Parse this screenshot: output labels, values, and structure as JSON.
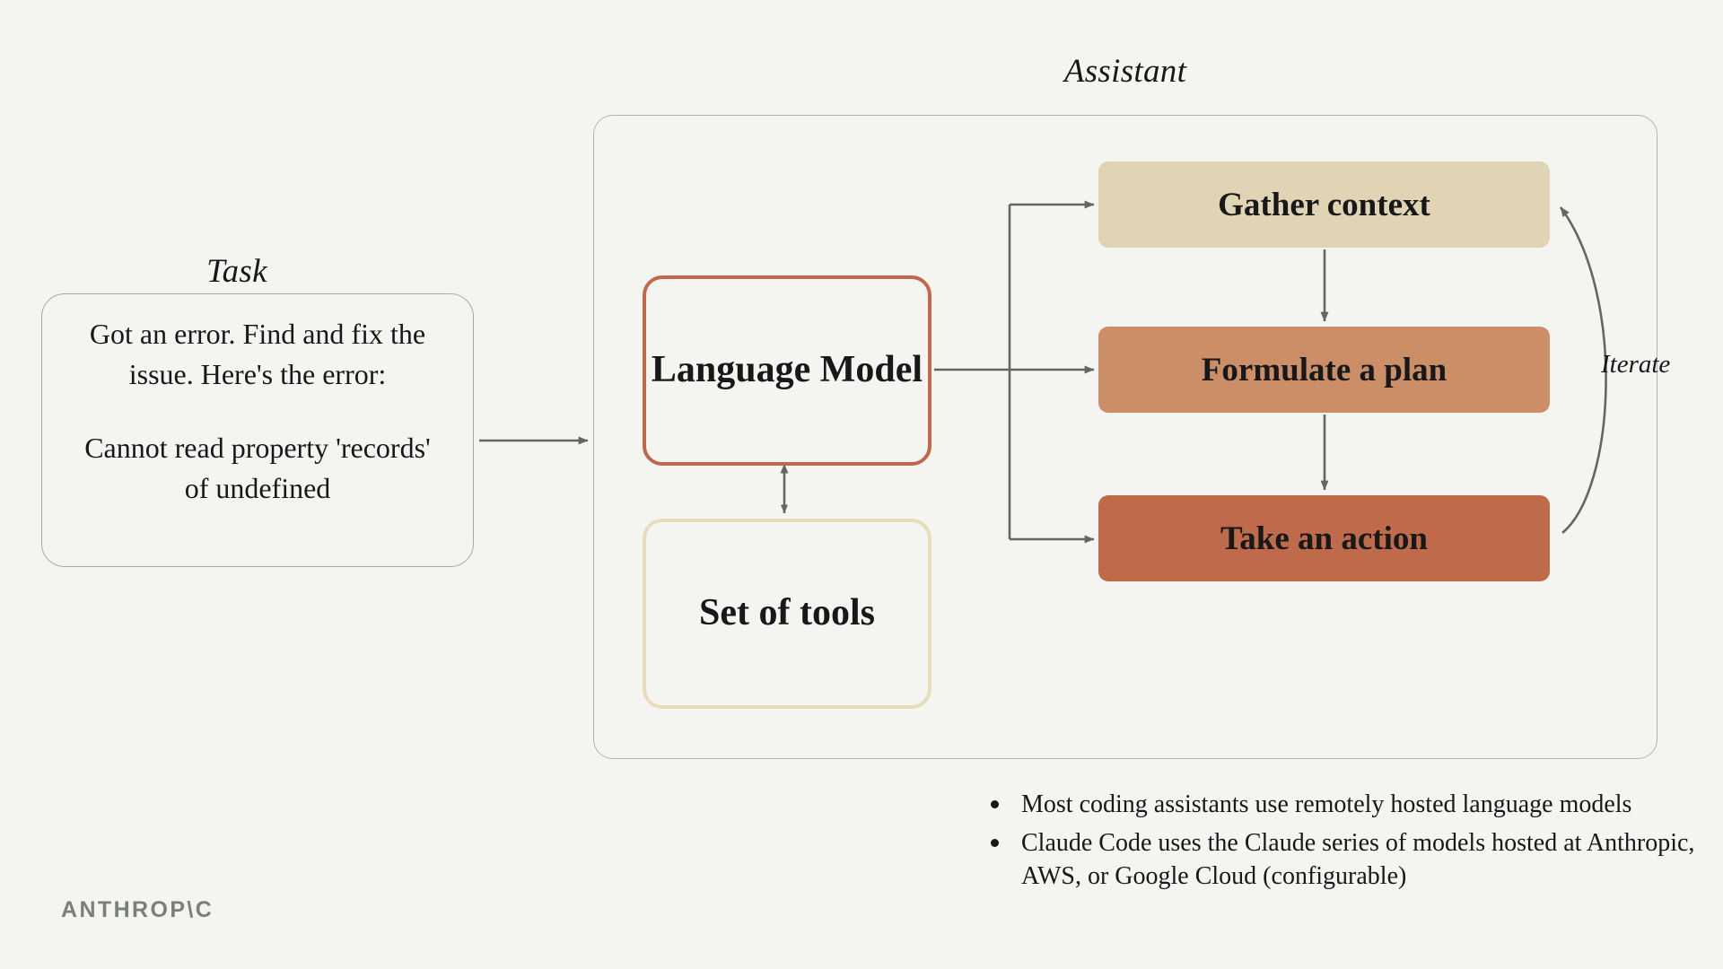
{
  "page": {
    "background_color": "#F4F5F0",
    "text_color": "#16181A"
  },
  "task": {
    "caption": "Task",
    "line1": "Got an error. Find and fix the issue. Here's the error:",
    "line2": "Cannot read property 'records' of undefined",
    "border_color": "#A6ABA3"
  },
  "assistant": {
    "caption": "Assistant",
    "border_color": "#B0B5AD",
    "language_model": {
      "label": "Language Model",
      "border_color": "#C2674A"
    },
    "tools": {
      "label": "Set of tools",
      "border_color": "#E8DCB9"
    },
    "loop_steps": [
      {
        "label": "Gather context",
        "color": "#E0D4B4"
      },
      {
        "label": "Formulate a plan",
        "color": "#CC8E66"
      },
      {
        "label": "Take an action",
        "color": "#BF6A4A"
      }
    ],
    "iterate_label": "Iterate"
  },
  "notes": [
    "Most coding assistants use remotely hosted language models",
    "Claude Code uses the Claude series of models hosted at Anthropic, AWS, or Google Cloud (configurable)"
  ],
  "branding": {
    "wordmark": "ANTHROP\\C",
    "color": "#7A8078"
  },
  "connectors": {
    "stroke_color": "#63685F",
    "task_to_model": "arrow",
    "model_to_tools": "bidirectional-arrow",
    "model_to_steps": "three-way-fork",
    "action_to_gather": "iterate-curve"
  }
}
